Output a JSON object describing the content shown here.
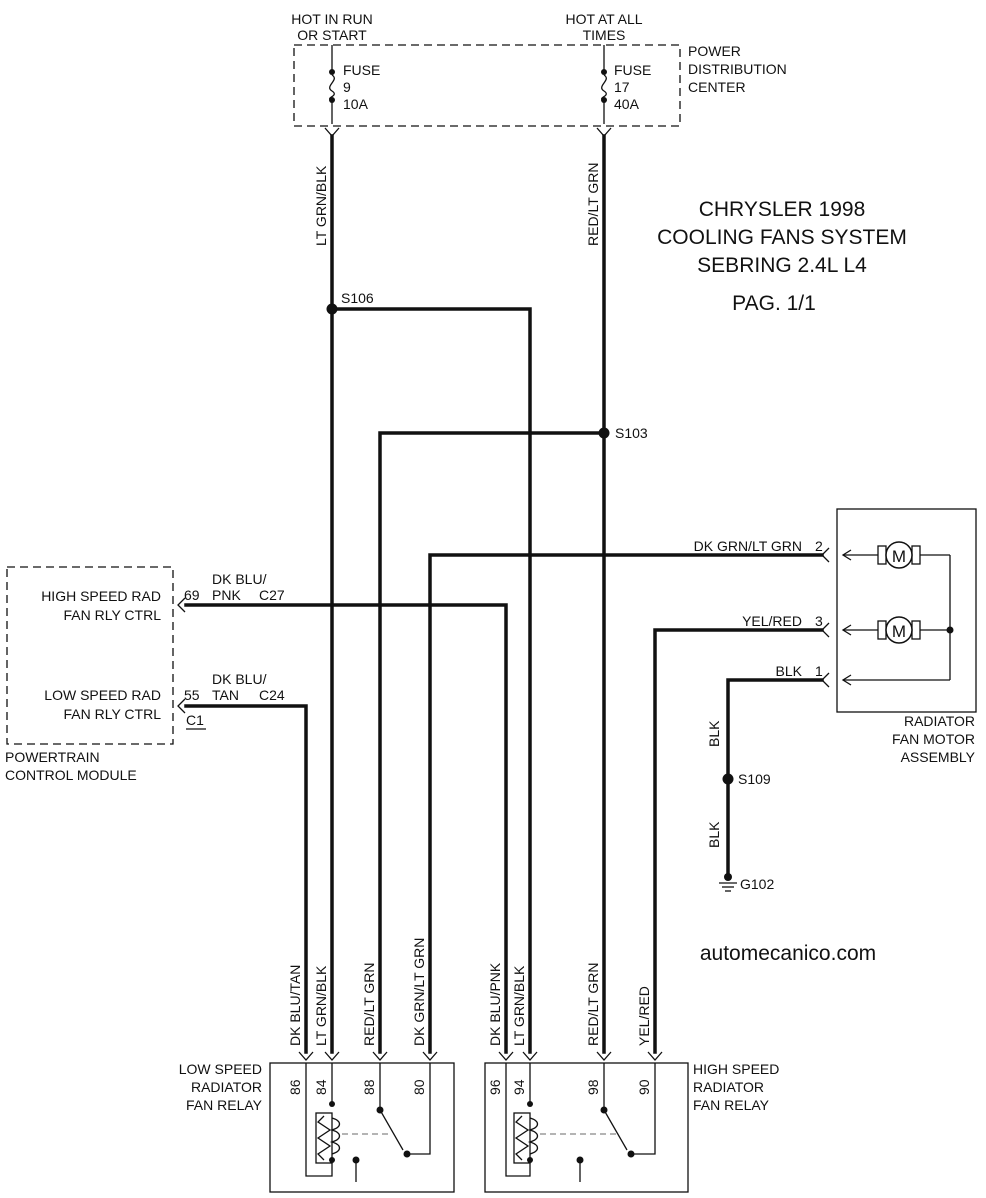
{
  "power_labels": {
    "hot_run_1": "HOT IN RUN",
    "hot_run_2": "OR START",
    "hot_all_1": "HOT AT ALL",
    "hot_all_2": "TIMES"
  },
  "pdc": {
    "line1": "POWER",
    "line2": "DISTRIBUTION",
    "line3": "CENTER"
  },
  "fuse9": {
    "name": "FUSE",
    "number": "9",
    "rating": "10A"
  },
  "fuse17": {
    "name": "FUSE",
    "number": "17",
    "rating": "40A"
  },
  "title": {
    "line1": "CHRYSLER 1998",
    "line2": "COOLING FANS SYSTEM",
    "line3": "SEBRING 2.4L L4",
    "page": "PAG. 1/1"
  },
  "wires": {
    "lt_grn_blk": "LT GRN/BLK",
    "red_lt_grn": "RED/LT GRN",
    "dk_grn_lt_grn": "DK GRN/LT GRN",
    "yel_red": "YEL/RED",
    "blk": "BLK",
    "dk_blu_pnk_1": "DK BLU/",
    "dk_blu_pnk_2": "PNK",
    "dk_blu_tan_1": "DK BLU/",
    "dk_blu_tan_2": "TAN",
    "dk_blu_tan": "DK BLU/TAN",
    "dk_blu_pnk": "DK BLU/PNK"
  },
  "splices": {
    "s106": "S106",
    "s103": "S103",
    "s109": "S109"
  },
  "ground": "G102",
  "pcm": {
    "high_1": "HIGH SPEED RAD",
    "high_2": "FAN RLY CTRL",
    "low_1": "LOW SPEED RAD",
    "low_2": "FAN RLY CTRL",
    "pin_high": "69",
    "pin_low": "55",
    "conn_high": "C27",
    "conn_low": "C24",
    "connector": "C1",
    "name_1": "POWERTRAIN",
    "name_2": "CONTROL MODULE"
  },
  "motor": {
    "pin2": "2",
    "pin3": "3",
    "pin1": "1",
    "m_symbol": "M",
    "name_1": "RADIATOR",
    "name_2": "FAN MOTOR",
    "name_3": "ASSEMBLY"
  },
  "low_relay": {
    "name_1": "LOW SPEED",
    "name_2": "RADIATOR",
    "name_3": "FAN RELAY",
    "pins": [
      "86",
      "84",
      "88",
      "80"
    ]
  },
  "high_relay": {
    "name_1": "HIGH SPEED",
    "name_2": "RADIATOR",
    "name_3": "FAN RELAY",
    "pins": [
      "96",
      "94",
      "98",
      "90"
    ]
  },
  "watermark": "automecanico.com"
}
